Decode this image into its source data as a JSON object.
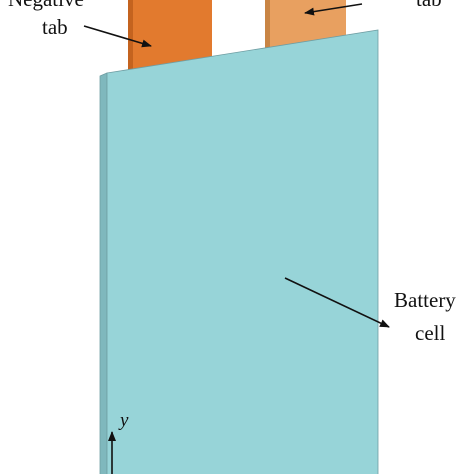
{
  "labels": {
    "negative_tab_line1": "Negative",
    "negative_tab_line2": "tab",
    "positive_tab_line2": "tab",
    "battery_cell_line1": "Battery",
    "battery_cell_line2": "cell"
  },
  "axis": {
    "y_label": "y"
  },
  "colors": {
    "cell_face": "#97d4d8",
    "cell_side": "#7fb8bd",
    "cell_outline": "#6f9ea3",
    "negative_tab": "#e27a2e",
    "negative_tab_side": "#c4631f",
    "positive_tab": "#e8a060",
    "positive_tab_side": "#c98545",
    "arrow": "#111111"
  }
}
